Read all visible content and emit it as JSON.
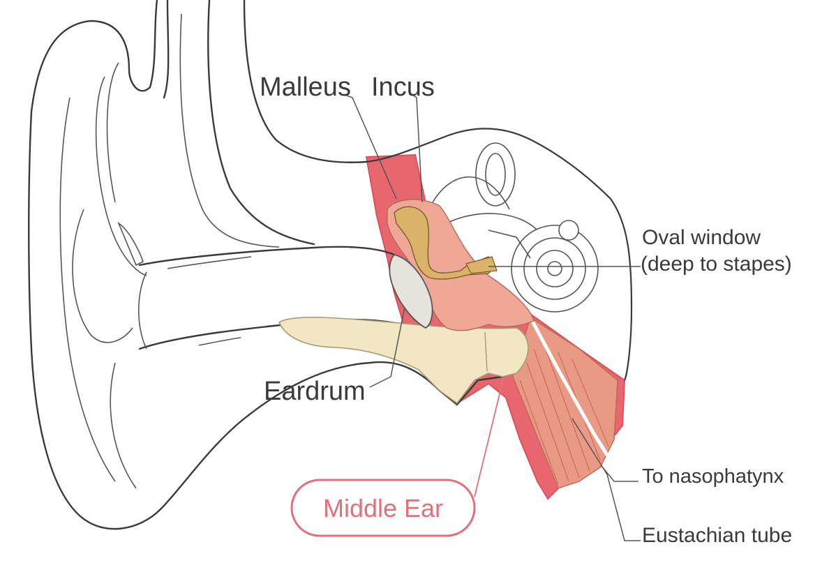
{
  "labels": {
    "malleus": "Malleus",
    "incus": "Incus",
    "oval_window_line1": "Oval window",
    "oval_window_line2": "(deep to stapes)",
    "eardrum": "Eardrum",
    "to_nasopharynx": "To nasophatynx",
    "eustachian_tube": "Eustachian tube",
    "middle_ear": "Middle Ear"
  },
  "colors": {
    "outline": "#3a3a3a",
    "middle_ear_region": "#e8676f",
    "bone_tan": "#d9b36a",
    "tissue_pink": "#f0a896",
    "cartilage_cream": "#f3e6c2",
    "eardrum_grey": "#e6e3dc",
    "badge_stroke": "#e0707a"
  }
}
